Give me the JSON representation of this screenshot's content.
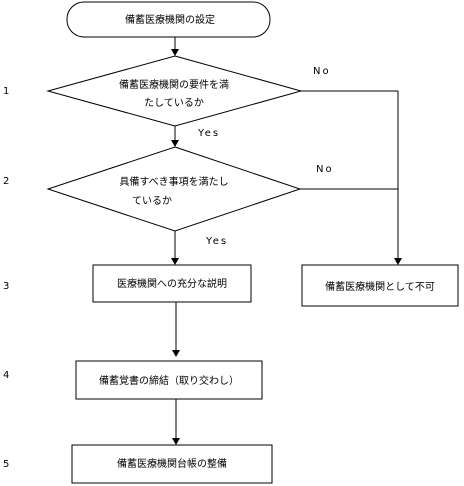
{
  "flowchart": {
    "start": {
      "label": "備蓄医療機関の設定"
    },
    "decision1": {
      "line1": "備蓄医療機関の要件を満",
      "line2": "たしているか"
    },
    "decision2": {
      "line1": "具備すべき事項を満たし",
      "line2": "ているか"
    },
    "process3": {
      "label": "医療機関への充分な説明"
    },
    "process4": {
      "label": "備蓄覚書の締結（取り交わし）"
    },
    "process5": {
      "label": "備蓄医療機関台帳の整備"
    },
    "reject": {
      "label": "備蓄医療機関として不可"
    },
    "branches": {
      "yes1": "Yes",
      "no1": "No",
      "yes2": "Yes",
      "no2": "No"
    },
    "steps": [
      "1",
      "2",
      "3",
      "4",
      "5"
    ]
  }
}
